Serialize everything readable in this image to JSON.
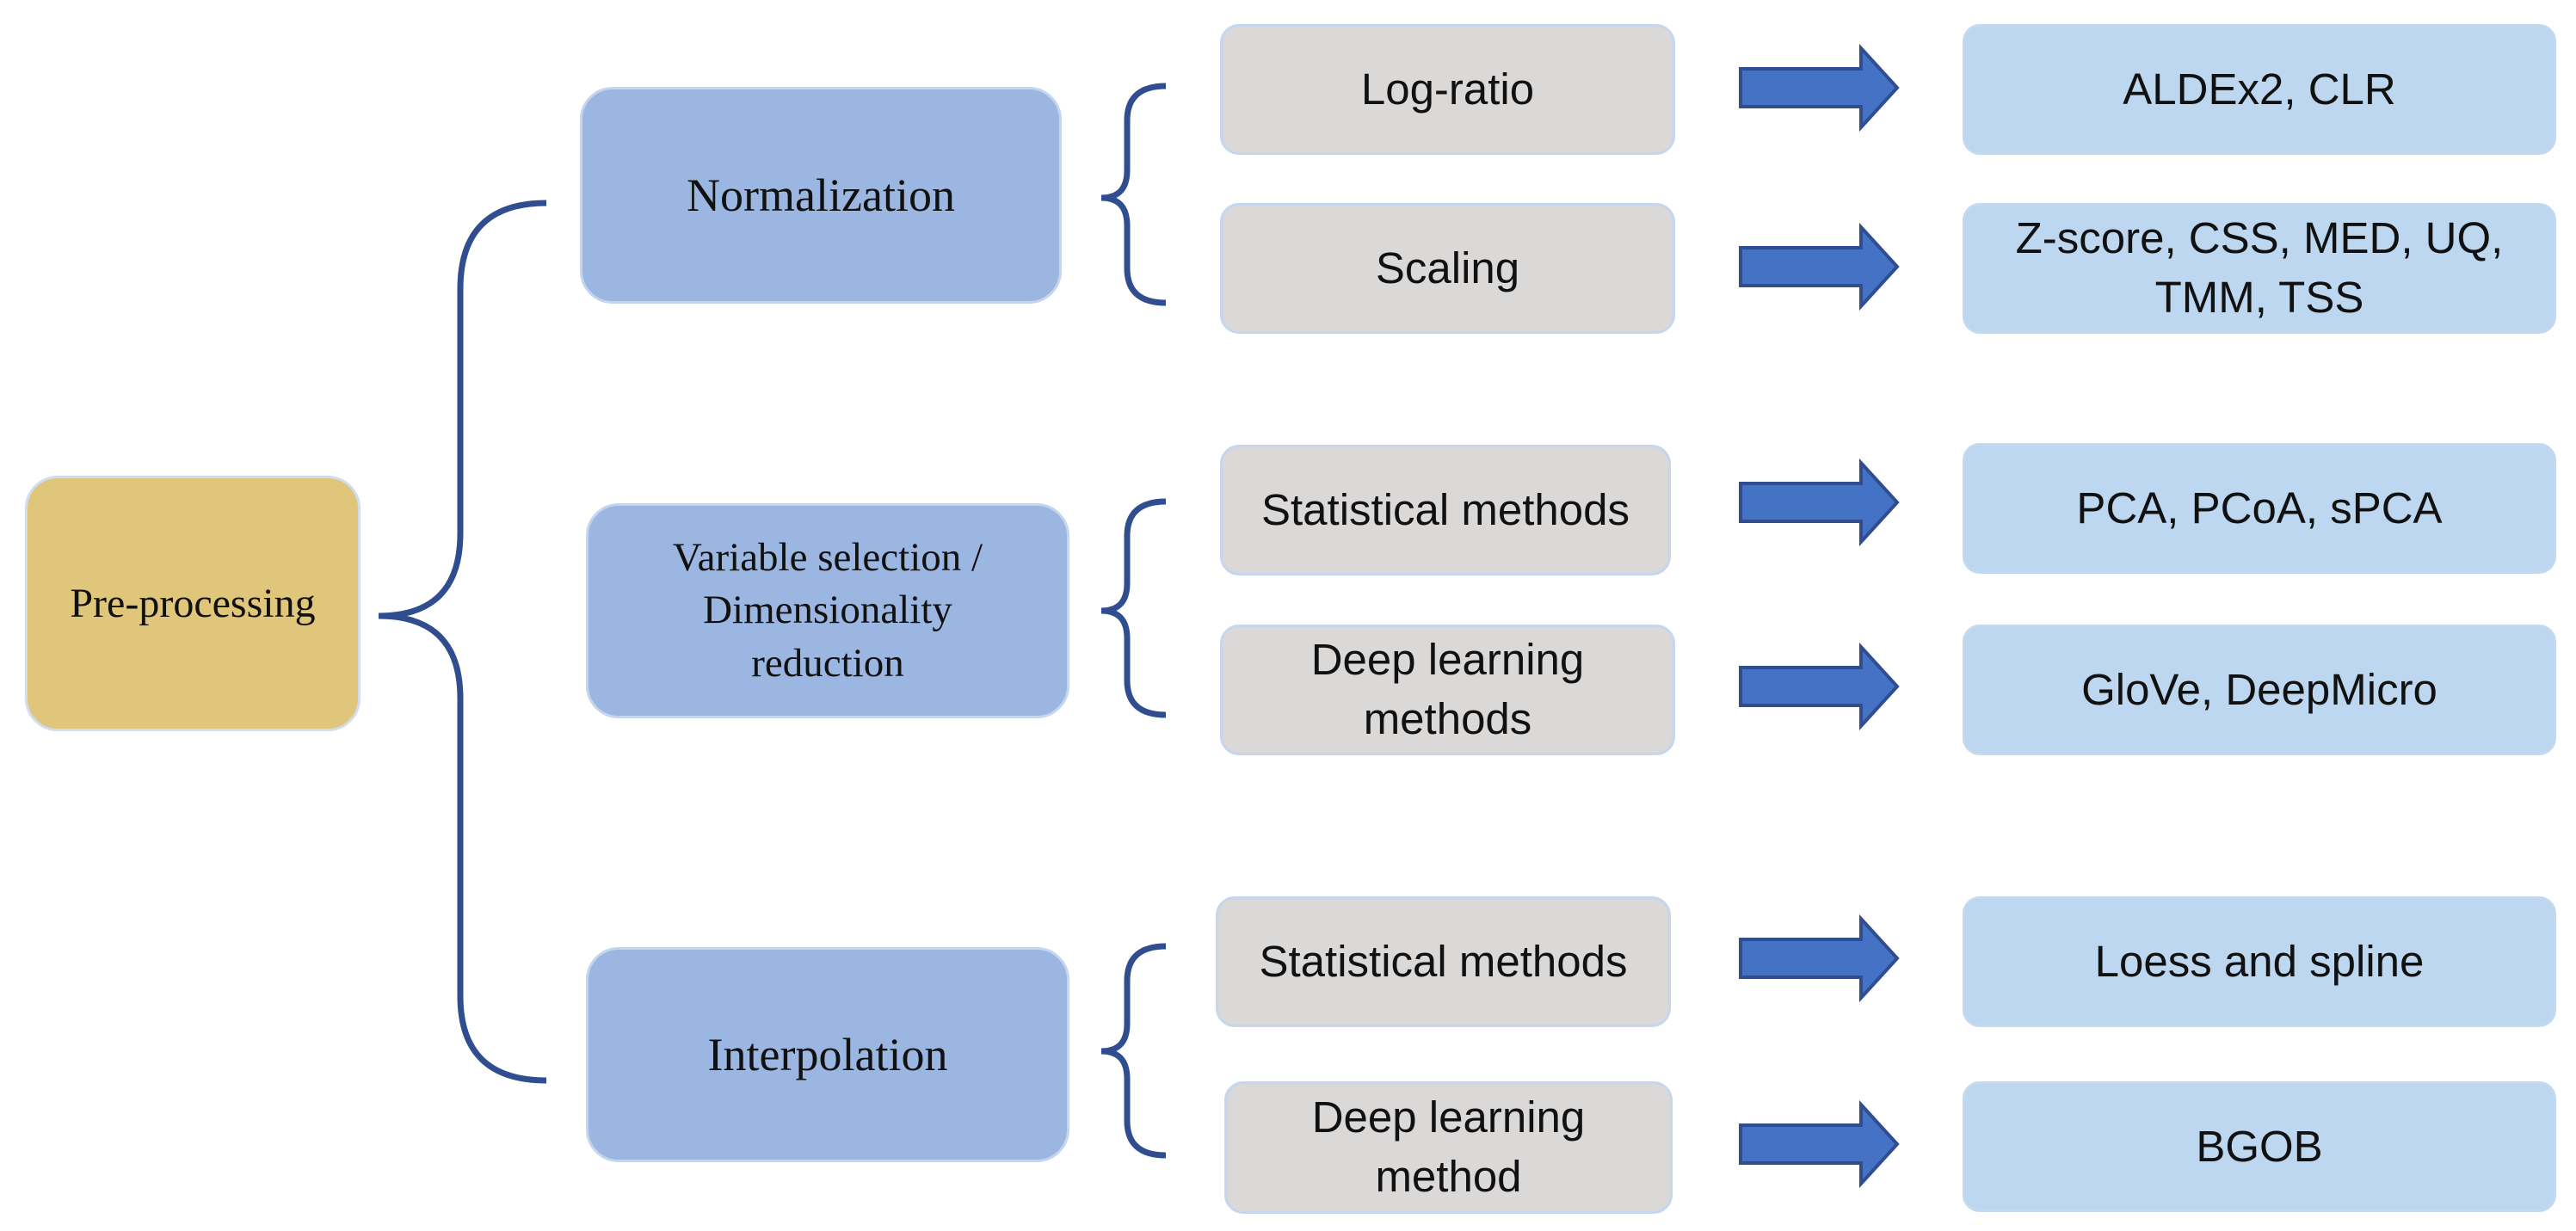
{
  "root": {
    "label": "Pre-processing"
  },
  "categories": [
    {
      "label": "Normalization"
    },
    {
      "label": "Variable selection /\nDimensionality\nreduction"
    },
    {
      "label": "Interpolation"
    }
  ],
  "methods": [
    {
      "label": "Log-ratio"
    },
    {
      "label": "Scaling"
    },
    {
      "label": "Statistical methods"
    },
    {
      "label": "Deep learning\nmethods"
    },
    {
      "label": "Statistical methods"
    },
    {
      "label": "Deep learning\nmethod"
    }
  ],
  "examples": [
    {
      "label": "ALDEx2, CLR"
    },
    {
      "label": "Z-score, CSS, MED, UQ,\nTMM, TSS"
    },
    {
      "label": "PCA, PCoA, sPCA"
    },
    {
      "label": "GloVe, DeepMicro"
    },
    {
      "label": "Loess and spline"
    },
    {
      "label": "BGOB"
    }
  ],
  "colors": {
    "root_fill": "#dfc67a",
    "category_fill": "#9bb6e1",
    "method_fill": "#dbd8d8",
    "example_fill": "#bcd7ef",
    "connector_line": "#2f4d8f",
    "arrow_fill": "#4472c4",
    "arrow_stroke": "#2f4d8f"
  }
}
